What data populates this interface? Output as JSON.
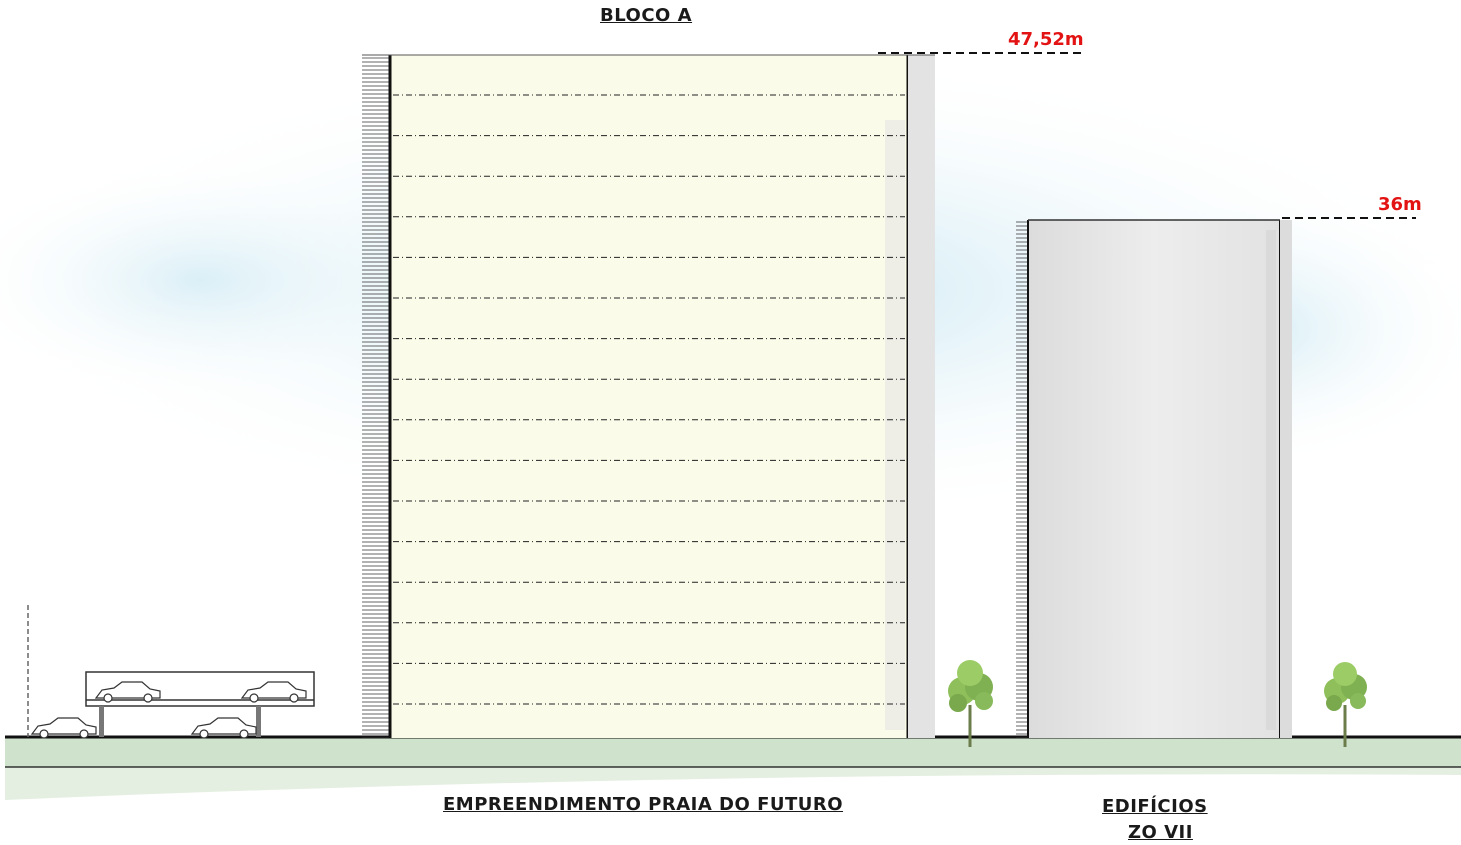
{
  "labels": {
    "top_title": "BLOCO A",
    "development": "EMPREENDIMENTO PRAIA DO FUTURO",
    "neighbors_line1": "EDIFÍCIOS",
    "neighbors_line2": "ZO VII"
  },
  "heights": {
    "bloco_a": "47,52m",
    "zo_vii": "36m"
  },
  "colors": {
    "height_text": "#e31313",
    "ground": "#cfe3cc",
    "facade_a": "#fbfbe9",
    "facade_b": "#e8e8e8",
    "tree": "#7fb052"
  },
  "icons": {
    "car": "car-icon",
    "tree": "tree-icon"
  }
}
